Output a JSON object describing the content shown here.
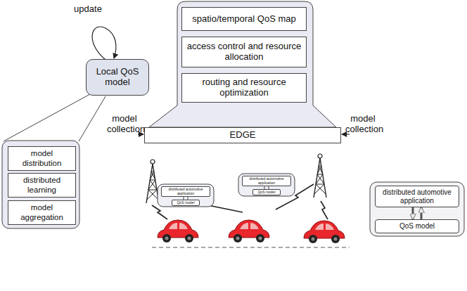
{
  "diagram": {
    "nodes": [
      {
        "text": [
          "spatio/temporal QoS map"
        ]
      },
      {
        "text": [
          "access control and resource allocation"
        ]
      },
      {
        "text": [
          "routing and resource optimization"
        ]
      },
      {
        "text": [
          "EDGE"
        ]
      },
      {
        "text": [
          "Local QoS model"
        ]
      },
      {
        "text": [
          "model distribution"
        ]
      },
      {
        "text": [
          "distributed learning"
        ]
      },
      {
        "text": [
          "model aggregation"
        ]
      },
      {
        "text": [
          "distributed automotive application"
        ]
      },
      {
        "text": [
          "QoS model"
        ]
      },
      {
        "text": [
          "distributed automotive application"
        ]
      },
      {
        "text": [
          "QoS model"
        ]
      },
      {
        "text": [
          "distributed automotive application"
        ]
      },
      {
        "text": [
          "QoS model"
        ]
      }
    ],
    "edges": [
      {
        "from": 12,
        "to": 13,
        "arrow": "to"
      },
      {
        "from": 13,
        "to": 12,
        "arrow": "to"
      }
    ],
    "labels": [
      "update",
      "model collection",
      "model collection"
    ]
  }
}
